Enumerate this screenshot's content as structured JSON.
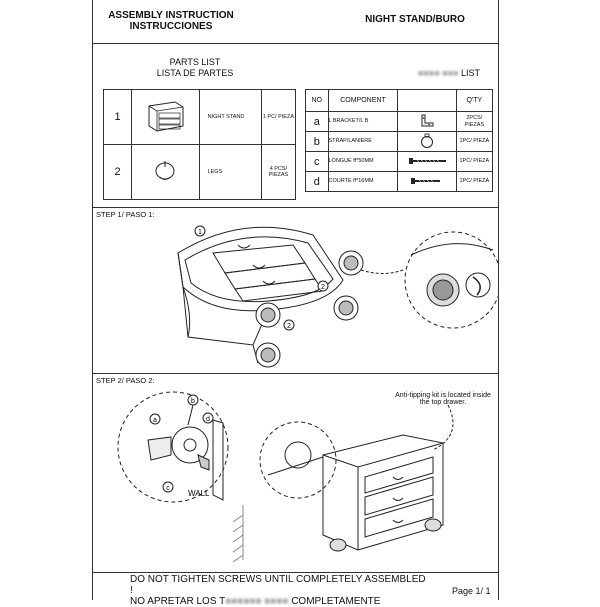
{
  "header": {
    "title_en": "ASSEMBLY INSTRUCTION",
    "title_es": "INSTRUCCIONES",
    "product": "NIGHT STAND/BURO"
  },
  "parts_list": {
    "title_en": "PARTS LIST",
    "title_es": "LISTA DE PARTES",
    "rows": [
      {
        "num": "1",
        "name": "NIGHT STAND",
        "qty": "1 PC/ PIEZA"
      },
      {
        "num": "2",
        "name": "LEGS",
        "qty": "4 PCS/ PIEZAS"
      }
    ]
  },
  "hardware_list": {
    "title": "LIST",
    "col_no": "NO",
    "col_component": "COMPONENT",
    "col_qty": "Q'TY",
    "rows": [
      {
        "no": "a",
        "component": "L BRACKET/L B",
        "qty": "2PCS/ PIEZAS",
        "icon": "l-bracket-icon"
      },
      {
        "no": "b",
        "component": "STRAP/LANIERE",
        "qty": "1PC/ PIEZA",
        "icon": "strap-icon"
      },
      {
        "no": "c",
        "component": "LONGUE ff*50MM",
        "qty": "1PC/ PIEZA",
        "icon": "long-screw-icon"
      },
      {
        "no": "d",
        "component": "COURTE ff*16MM",
        "qty": "1PC/ PIEZA",
        "icon": "short-screw-icon"
      }
    ]
  },
  "step1": {
    "label": "STEP 1/ PASO 1:",
    "callout_1": "1",
    "callout_2a": "2",
    "callout_2b": "2"
  },
  "step2": {
    "label": "STEP 2/ PASO 2:",
    "note_line1": "Anti-tipping kit is located inside",
    "note_line2": "the top drawer.",
    "label_a": "a",
    "label_b": "b",
    "label_c": "c",
    "label_d": "d",
    "wall": "WALL"
  },
  "footer": {
    "warning_en": "DO NOT TIGHTEN SCREWS UNTIL COMPLETELY ASSEMBLED !",
    "warning_es_start": "NO APRETAR LOS T",
    "warning_es_end": "COMPLETAMENTE",
    "page": "Page 1/ 1"
  }
}
